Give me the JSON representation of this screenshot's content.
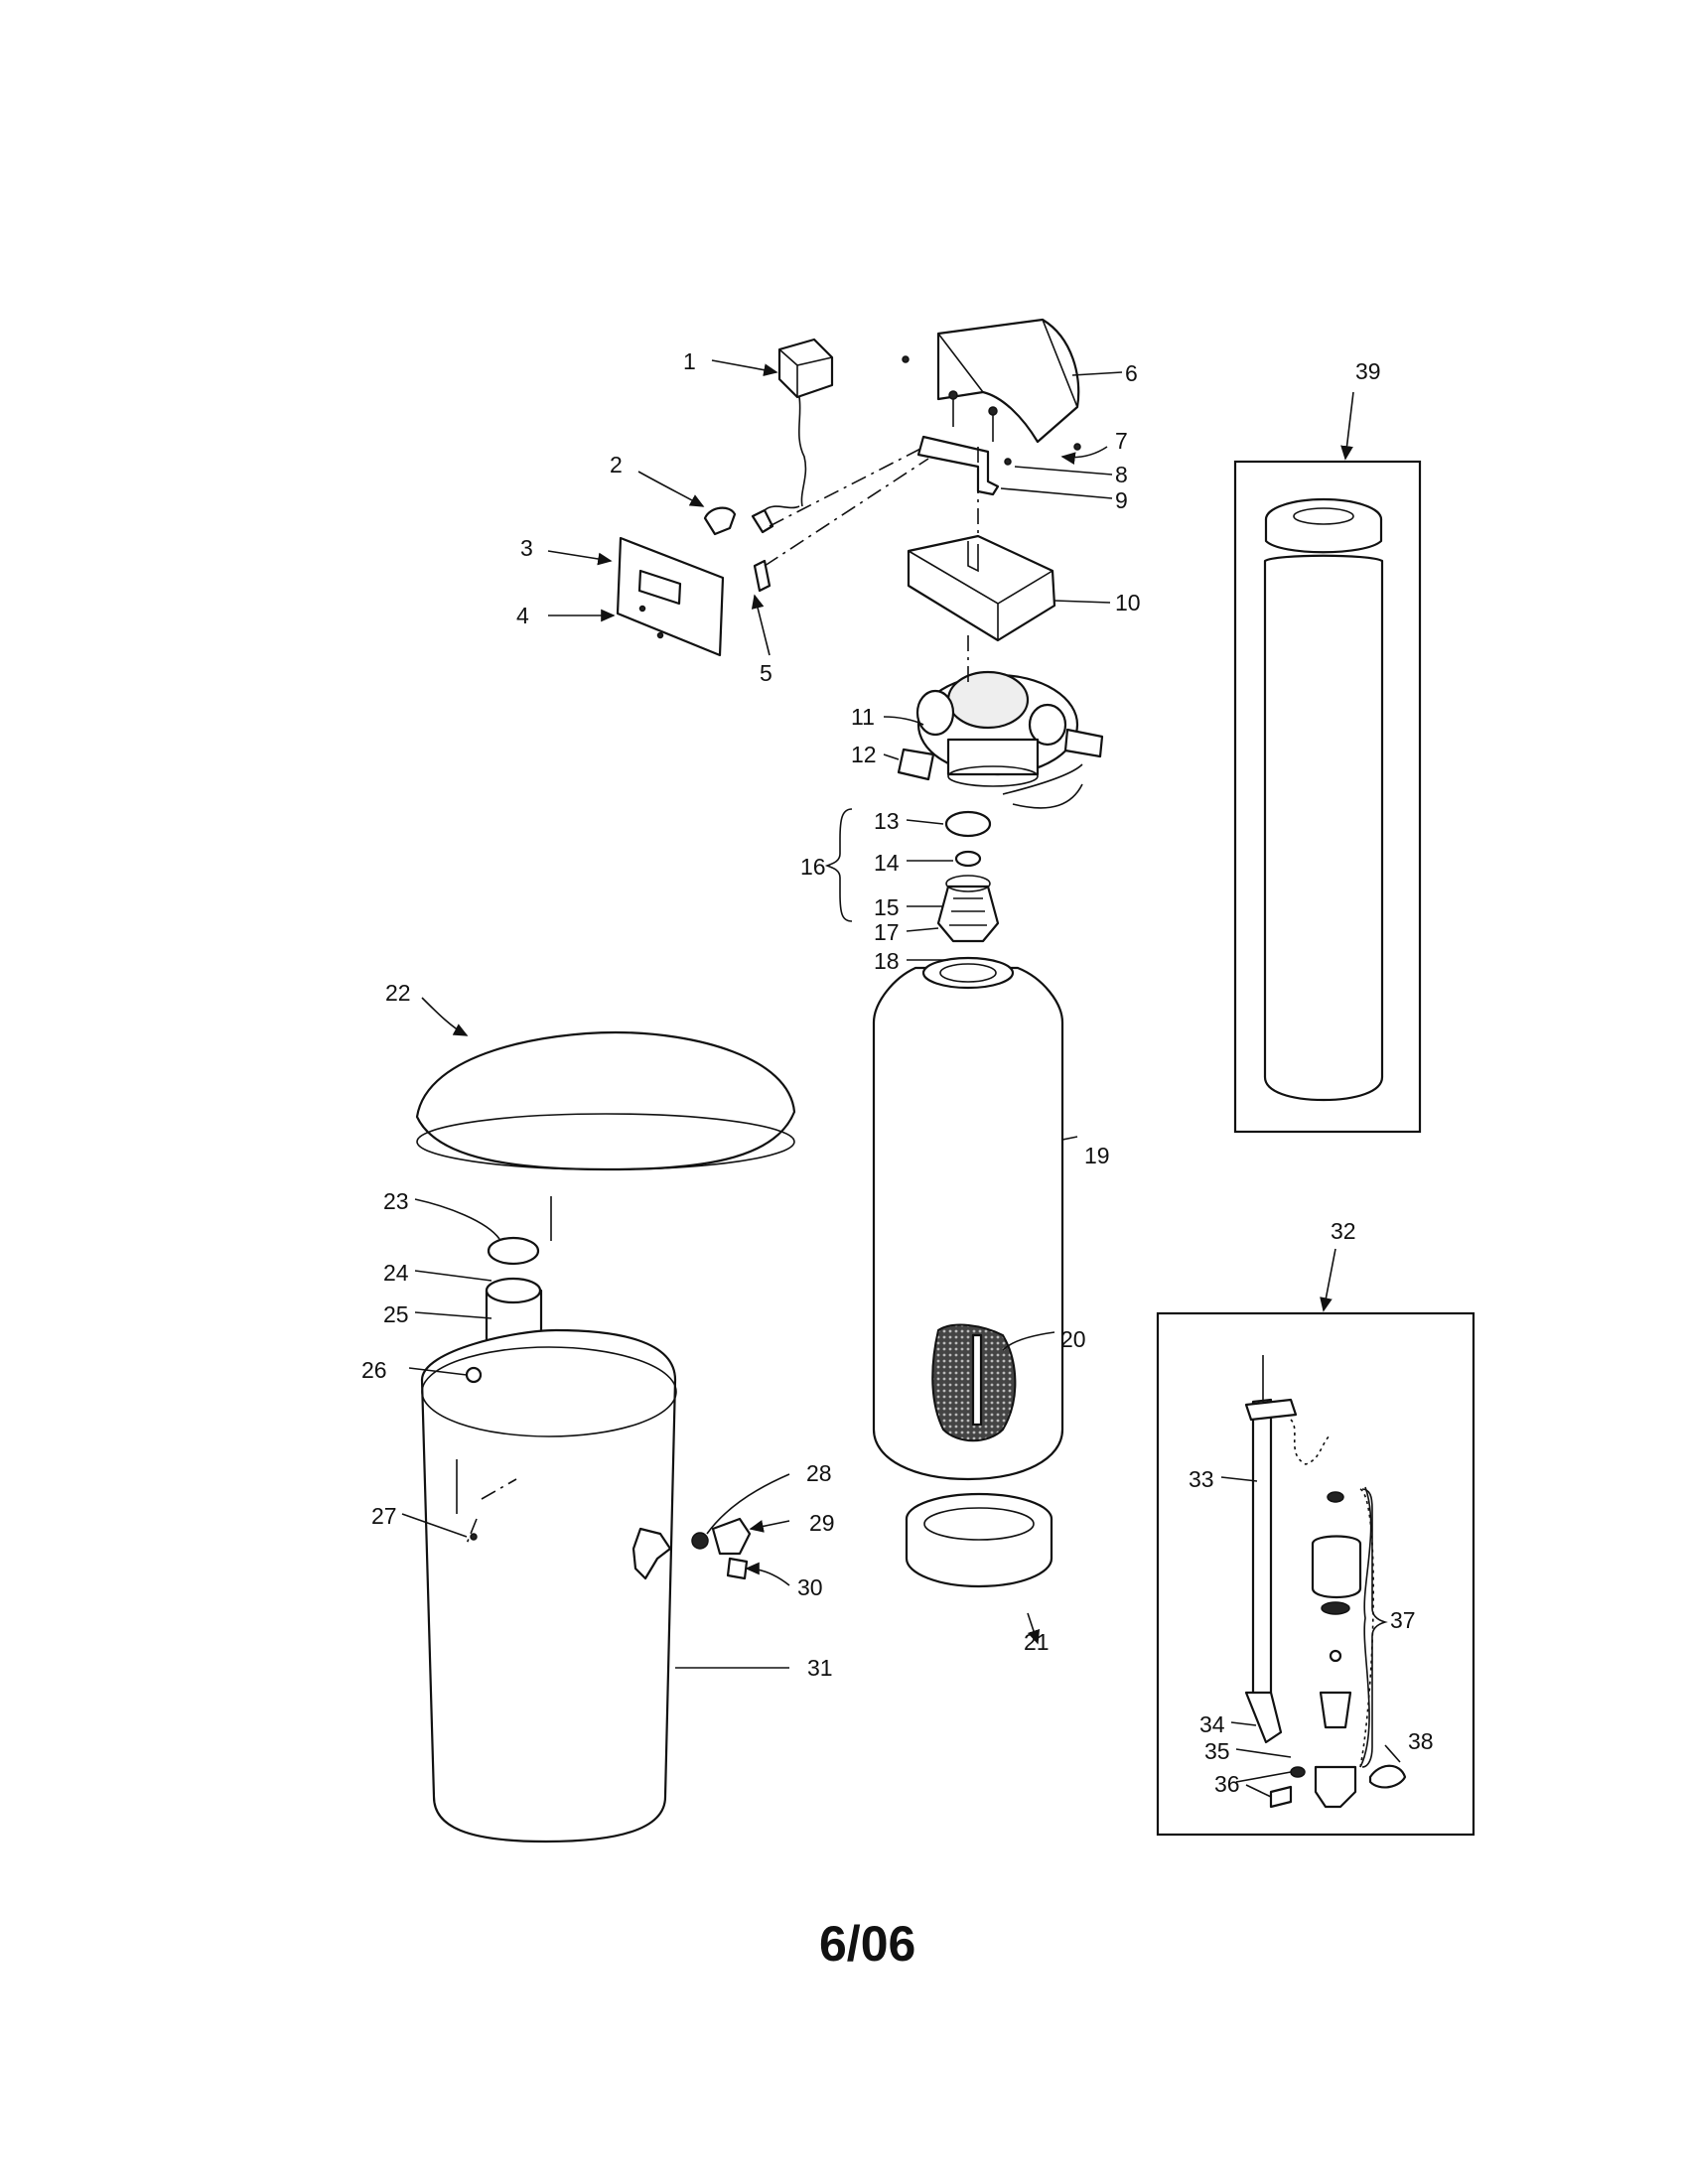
{
  "labels": {
    "n1": "1",
    "n2": "2",
    "n3": "3",
    "n4": "4",
    "n5": "5",
    "n6": "6",
    "n7": "7",
    "n8": "8",
    "n9": "9",
    "n10": "10",
    "n11": "11",
    "n12": "12",
    "n13": "13",
    "n14": "14",
    "n15": "15",
    "n16": "16",
    "n17": "17",
    "n18": "18",
    "n19": "19",
    "n20": "20",
    "n21": "21",
    "n22": "22",
    "n23": "23",
    "n24": "24",
    "n25": "25",
    "n26": "26",
    "n27": "27",
    "n28": "28",
    "n29": "29",
    "n30": "30",
    "n31": "31",
    "n32": "32",
    "n33": "33",
    "n34": "34",
    "n35": "35",
    "n36": "36",
    "n37": "37",
    "n38": "38",
    "n39": "39"
  },
  "date_code": "6/06"
}
